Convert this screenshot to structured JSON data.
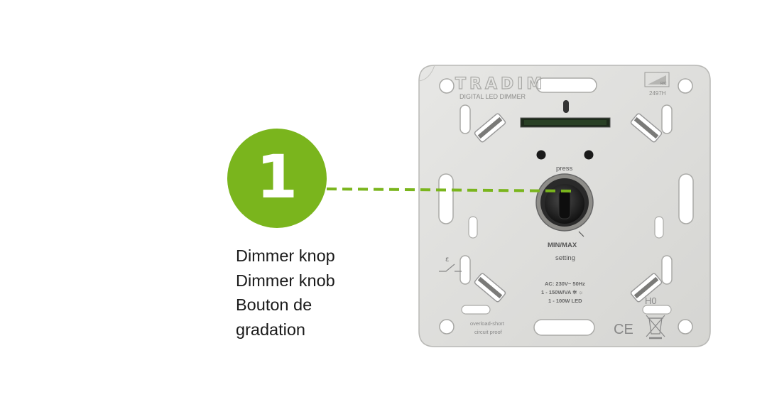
{
  "callout": {
    "number": "1",
    "color": "#7ab51d",
    "caption_lines": [
      "Dimmer knop",
      "Dimmer knob",
      "Bouton de",
      "gradation"
    ]
  },
  "device": {
    "brand": "TRADIM",
    "subtitle": "DIGITAL LED DIMMER",
    "model": "2497H",
    "corner_mark": "R/C",
    "press_label": "press",
    "minmax_label": "MIN/MAX",
    "setting_label": "setting",
    "spec_lines": [
      "AC: 230V~ 50Hz",
      "1 - 150W/VA ✲ ☼",
      "1 - 100W LED"
    ],
    "protection_lines": [
      "overload-short",
      "circuit proof"
    ],
    "h0_mark": "H0",
    "ce_mark": "CE",
    "epsilon_mark": "ε"
  }
}
